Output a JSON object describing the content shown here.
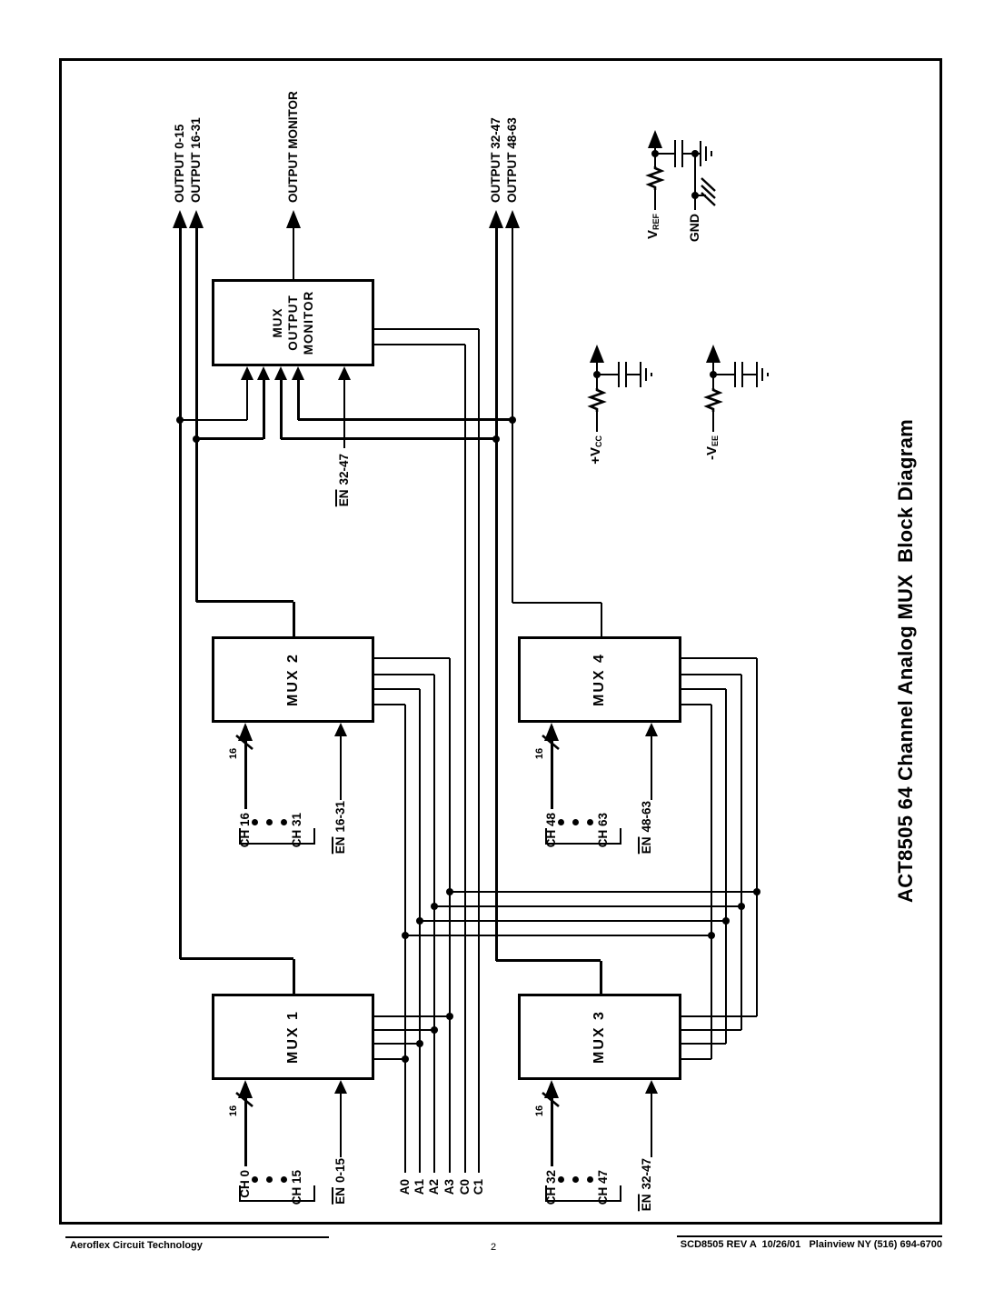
{
  "title": "ACT8505 64 Channel Analog MUX  Block Diagram",
  "outputs": {
    "o0": "OUTPUT 0-15",
    "o1": "OUTPUT 16-31",
    "mon": "OUTPUT MONITOR",
    "o2": "OUTPUT 32-47",
    "o3": "OUTPUT 48-63"
  },
  "monitor": {
    "line1": "MUX",
    "line2": "OUTPUT",
    "line3": "MONITOR",
    "en_bar": "EN",
    "en_rest": "32-47"
  },
  "muxes": [
    {
      "name": "MUX 1",
      "ch_first": "CH 0",
      "ch_last": "CH 15",
      "en_bar": "EN",
      "en_rest": "0-15",
      "bus_width": "16"
    },
    {
      "name": "MUX 2",
      "ch_first": "CH 16",
      "ch_last": "CH 31",
      "en_bar": "EN",
      "en_rest": "16-31",
      "bus_width": "16"
    },
    {
      "name": "MUX 3",
      "ch_first": "CH 32",
      "ch_last": "CH 47",
      "en_bar": "EN",
      "en_rest": "32-47",
      "bus_width": "16"
    },
    {
      "name": "MUX 4",
      "ch_first": "CH 48",
      "ch_last": "CH 63",
      "en_bar": "EN",
      "en_rest": "48-63",
      "bus_width": "16"
    }
  ],
  "address_lines": [
    "A0",
    "A1",
    "A2",
    "A3",
    "C0",
    "C1"
  ],
  "power": {
    "vref_main": "V",
    "vref_sub": "REF",
    "gnd": "GND",
    "vcc_main": "+V",
    "vcc_sub": "CC",
    "vee_main": "-V",
    "vee_sub": "EE"
  },
  "footer": {
    "company": "Aeroflex Circuit Technology",
    "page_number": "2",
    "doc_info": "SCD8505 REV A  10/26/01   Plainview NY (516) 694-6700"
  },
  "colors": {
    "ink": "#000000",
    "paper": "#ffffff"
  }
}
